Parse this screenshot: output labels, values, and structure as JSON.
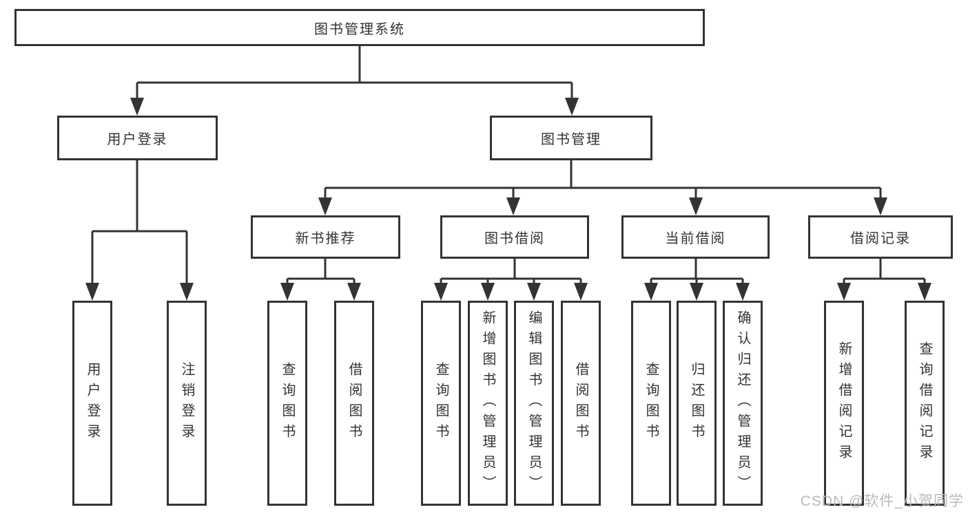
{
  "diagram": {
    "root": "图书管理系统",
    "level2": [
      {
        "label": "用户登录",
        "children": [
          "用户登录",
          "注销登录"
        ]
      },
      {
        "label": "图书管理",
        "children": [
          {
            "label": "新书推荐",
            "children": [
              "查询图书",
              "借阅图书"
            ]
          },
          {
            "label": "图书借阅",
            "children": [
              "查询图书",
              "新增图书（管理员）",
              "编辑图书（管理员）",
              "借阅图书"
            ]
          },
          {
            "label": "当前借阅",
            "children": [
              "查询图书",
              "归还图书",
              "确认归还（管理员）"
            ]
          },
          {
            "label": "借阅记录",
            "children": [
              "新增借阅记录",
              "查询借阅记录"
            ]
          }
        ]
      }
    ],
    "watermark": "CSDN @软件_小贺同学",
    "colors": {
      "line": "#333333",
      "box_border": "#333333",
      "text": "#333333",
      "background": "#ffffff",
      "watermark": "#b9b9bd"
    }
  }
}
